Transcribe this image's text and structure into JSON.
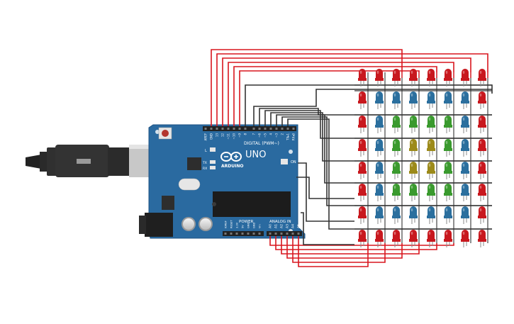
{
  "board": {
    "label_digital": "DIGITAL (PWM~)",
    "label_uno": "UNO",
    "label_brand": "ARDUINO",
    "label_on": "ON",
    "label_l": "L",
    "label_tx": "TX",
    "label_rx": "RX",
    "label_power": "POWER",
    "label_analog": "ANALOG IN",
    "top_pins": [
      "AREF",
      "GND",
      "13",
      "12",
      "~11",
      "~10",
      "~9",
      "8",
      "7",
      "~6",
      "~5",
      "4",
      "~3",
      "2",
      "TX▸1",
      "RX◂0"
    ],
    "power_pins": [
      "IOREF",
      "RESET",
      "3.3V",
      "5V",
      "GND",
      "GND",
      "Vin"
    ],
    "analog_pins": [
      "A0",
      "A1",
      "A2",
      "A3",
      "A4",
      "A5"
    ]
  },
  "colors": {
    "board": "#2a6aa0",
    "board_dark": "#1f5383",
    "wire_red": "#d9161e",
    "wire_black": "#333333",
    "led_red": "#c8181e",
    "led_blue": "#2b6f9e",
    "led_green": "#3a9a2e",
    "led_yellow": "#9c8a1a"
  },
  "led_matrix": {
    "rows": 8,
    "cols": 8,
    "pattern": [
      "RRRRRRRR",
      "RBBBBBBR",
      "RBGGGGBR",
      "RBGYYGBR",
      "RBGYYGBR",
      "RBGGGGBR",
      "RBBBBBBR",
      "RRRRRRRR"
    ]
  }
}
